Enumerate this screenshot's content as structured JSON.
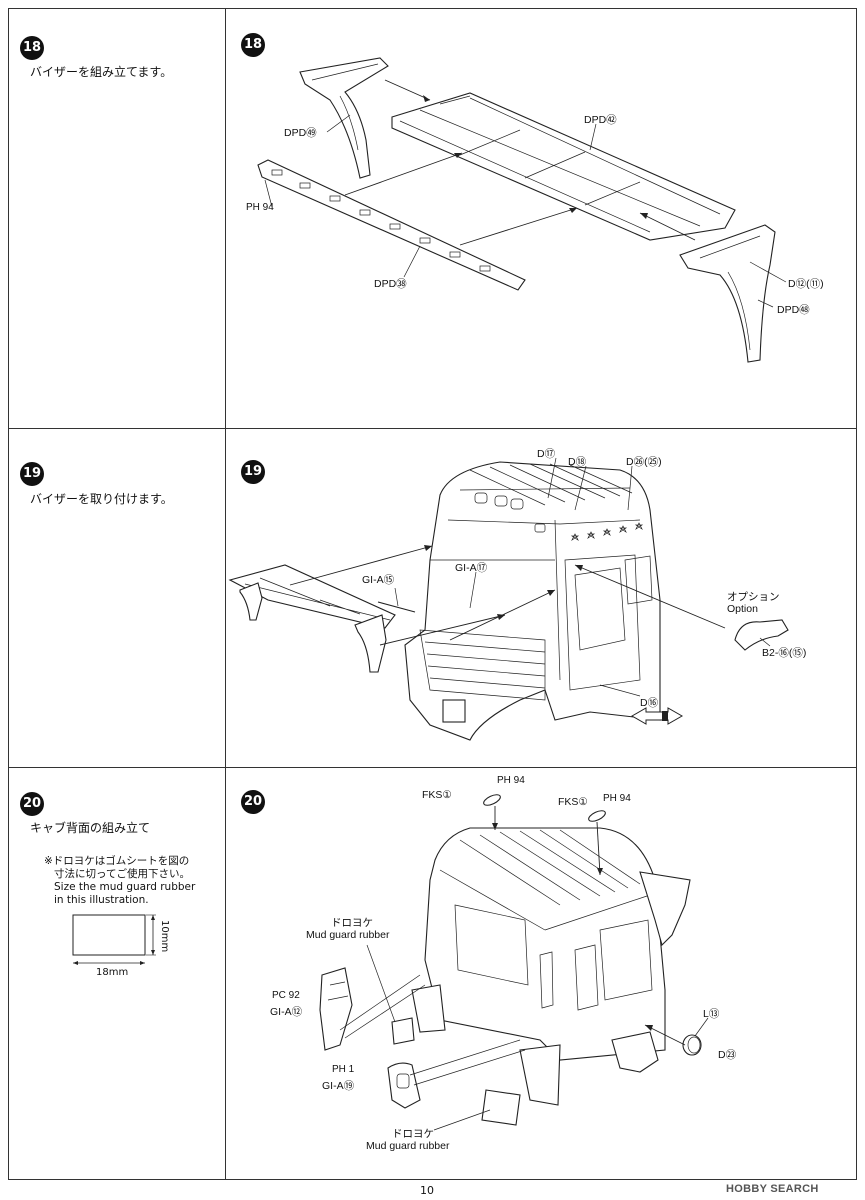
{
  "steps": [
    {
      "number": "18",
      "text": "バイザーを組み立てます。"
    },
    {
      "number": "19",
      "text": "バイザーを取り付けます。"
    },
    {
      "number": "20",
      "text": "キャブ背面の組み立て"
    }
  ],
  "note": {
    "line1": "※ドロヨケはゴムシートを図の",
    "line2": "寸法に切ってご使用下さい。",
    "line3": "Size the mud guard rubber",
    "line4": "in this illustration.",
    "width": "18mm",
    "height": "10mm"
  },
  "labels18": {
    "dpd49": "DPD㊾",
    "dpd52": "DPD㊷",
    "ph94": "PH 94",
    "dpd38": "DPD㊳",
    "d12": "D⑫(⑪)",
    "dpd48": "DPD㊽"
  },
  "labels19": {
    "d17": "D⑰",
    "d18": "D⑱",
    "d26": "D㉖(㉕)",
    "gia15": "GI-A⑮",
    "gia17": "GI-A⑰",
    "option_jp": "オプション",
    "option_en": "Option",
    "b216": "B2-⑯(⑮)",
    "d16": "D⑯"
  },
  "labels20": {
    "fks1a": "FKS①",
    "ph94a": "PH 94",
    "fks1b": "FKS①",
    "ph94b": "PH 94",
    "mud1_jp": "ドロヨケ",
    "mud1_en": "Mud guard rubber",
    "pc92": "PC 92",
    "gia12": "GI-A⑫",
    "ph1": "PH 1",
    "gia19": "GI-A⑲",
    "l13": "L⑬",
    "d23": "D㉓",
    "mud2_jp": "ドロヨケ",
    "mud2_en": "Mud guard rubber"
  },
  "page_number": "10",
  "watermark": "HOBBY SEARCH"
}
